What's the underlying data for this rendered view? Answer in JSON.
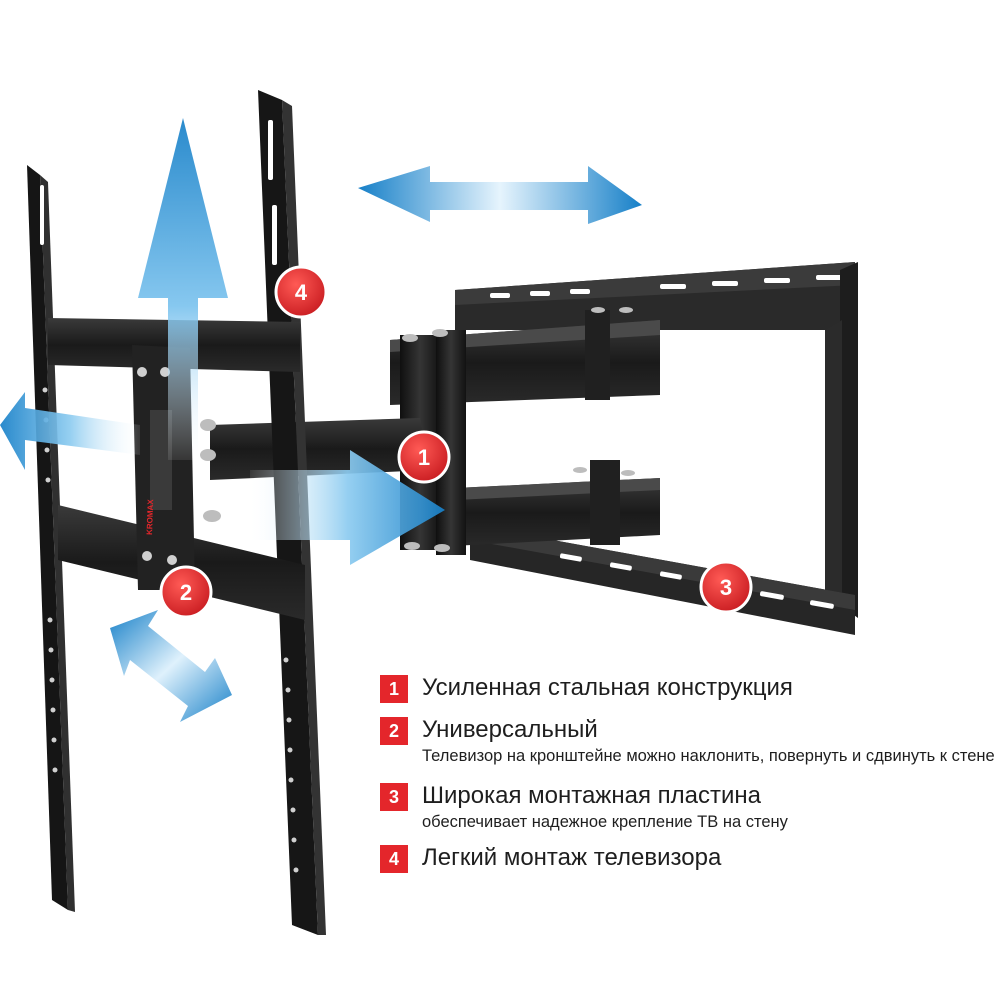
{
  "colors": {
    "accent_red": "#e4262b",
    "arrow_blue": "#1c8fd4",
    "arrow_blue_light": "#cfe9fb",
    "metal_dark": "#1b1b1b",
    "metal_mid": "#2e2e2e",
    "text": "#1e1e1e",
    "background": "#ffffff"
  },
  "illustration": {
    "brand_mark": "KROMAX",
    "icons": {
      "arrow_vertical_up": "up-arrow-icon",
      "arrow_horizontal": "left-right-arrow-icon",
      "arrow_left": "left-arrow-icon",
      "arrow_right": "right-arrow-icon",
      "arrow_tilt": "diagonal-double-arrow-icon"
    },
    "callouts": [
      {
        "number": "1"
      },
      {
        "number": "2"
      },
      {
        "number": "3"
      },
      {
        "number": "4"
      }
    ]
  },
  "features": [
    {
      "number": "1",
      "title": "Усиленная стальная конструкция",
      "description": ""
    },
    {
      "number": "2",
      "title": "Универсальный",
      "description": "Телевизор на кронштейне можно наклонить, повернуть и сдвинуть к стене"
    },
    {
      "number": "3",
      "title": "Широкая монтажная пластина",
      "description": "обеспечивает надежное крепление ТВ на стену"
    },
    {
      "number": "4",
      "title": "Легкий монтаж телевизора",
      "description": ""
    }
  ]
}
